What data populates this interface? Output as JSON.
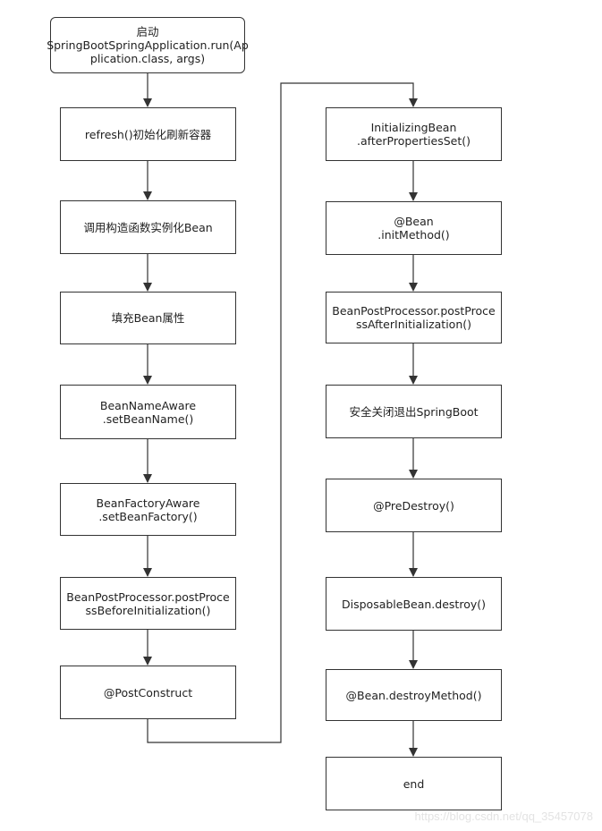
{
  "nodes": {
    "start": "启动\nSpringBootSpringApplication.run(Ap\nplication.class, args)",
    "refresh": "refresh()初始化刷新容器",
    "construct": "调用构造函数实例化Bean",
    "populate": "填充Bean属性",
    "bean_name_aware": "BeanNameAware\n.setBeanName()",
    "bean_factory_aware": "BeanFactoryAware\n.setBeanFactory()",
    "before_init": "BeanPostProcessor.postProce\nssBeforeInitialization()",
    "post_construct": "@PostConstruct",
    "after_properties_set": "InitializingBean\n.afterPropertiesSet()",
    "init_method": "@Bean\n.initMethod()",
    "after_init": "BeanPostProcessor.postProce\nssAfterInitialization()",
    "shutdown": "安全关闭退出SpringBoot",
    "pre_destroy": "@PreDestroy()",
    "destroy": "DisposableBean.destroy()",
    "destroy_method": "@Bean.destroyMethod()",
    "end": "end"
  },
  "watermark": "https://blog.csdn.net/qq_35457078"
}
